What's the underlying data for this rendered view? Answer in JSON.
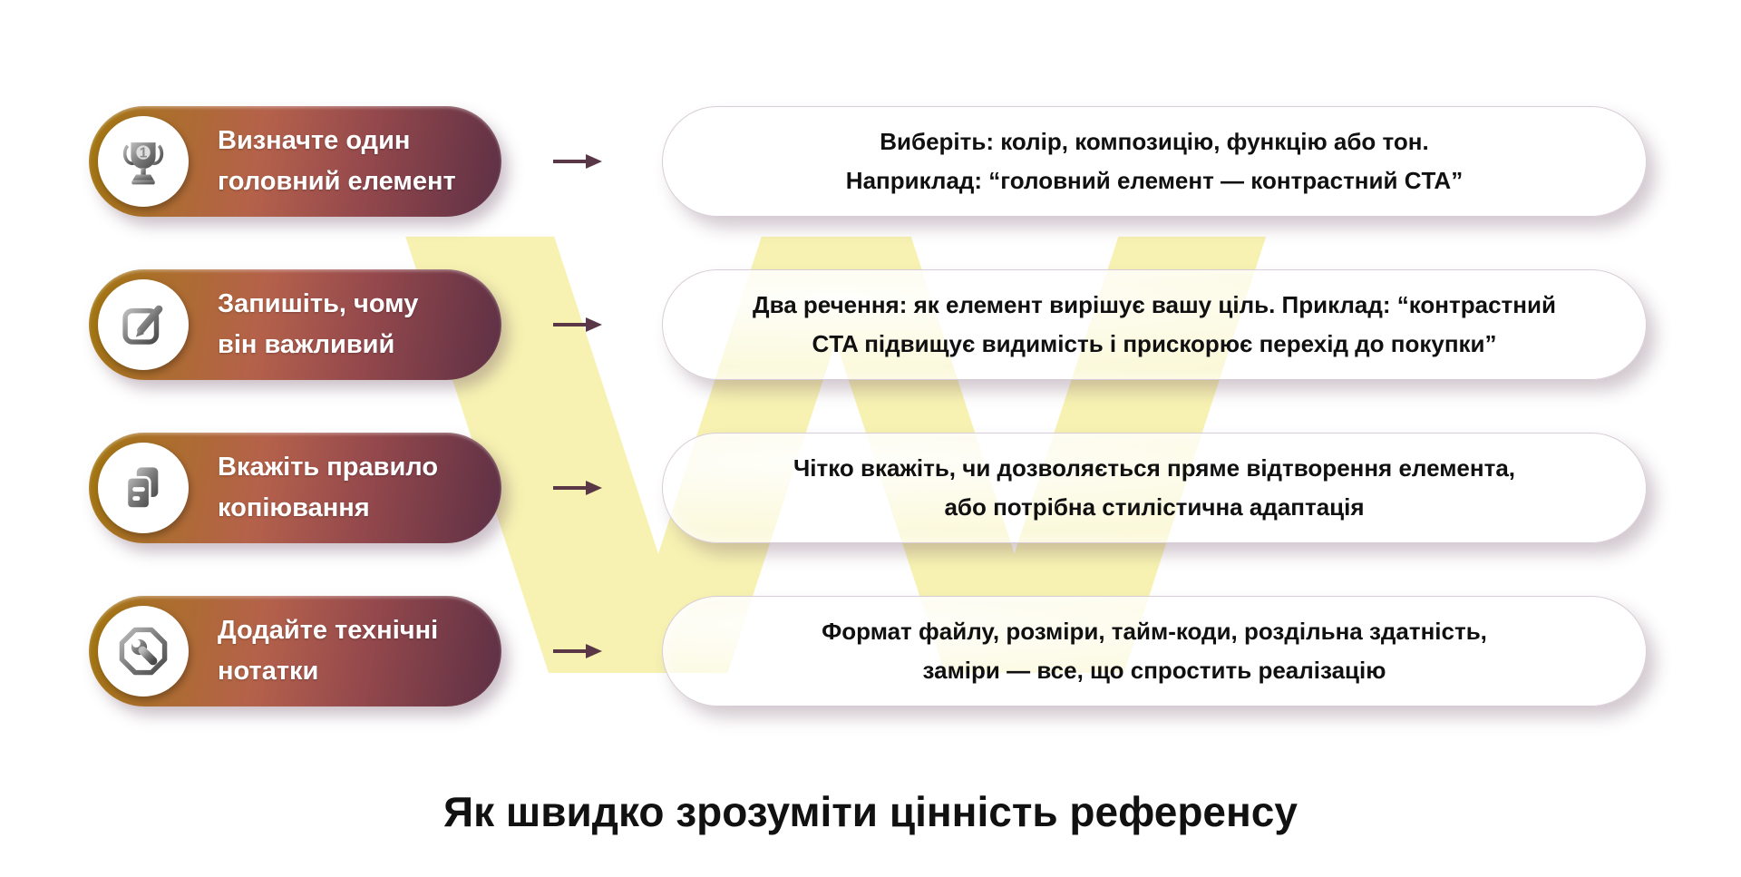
{
  "title": "Як швидко зрозуміти цінність референсу",
  "watermark": {
    "glyph": "W",
    "color": "#f7f2b2"
  },
  "colors": {
    "badge_gradient_left_gold": "#a1760e",
    "badge_gradient_mid_copper": "#b4614b",
    "badge_gradient_right_plum": "#5d3045",
    "arrow": "#5a3747",
    "pill_border": "#d8cdd6",
    "text_dark": "#101010"
  },
  "steps": [
    {
      "icon": "trophy-number-one-icon",
      "label_lines": [
        "Визначте один",
        "головний елемент"
      ],
      "desc_lines": [
        "Виберіть: колір, композицію, функцію або тон.",
        "Наприклад: “головний елемент — контрастний CTA”"
      ]
    },
    {
      "icon": "edit-pencil-icon",
      "label_lines": [
        "Запишіть, чому",
        "він важливий"
      ],
      "desc_lines": [
        "Два речення: як елемент вирішує вашу ціль. Приклад: “контрастний",
        "CTA підвищує видимість і прискорює перехід до покупки”"
      ]
    },
    {
      "icon": "copy-documents-icon",
      "label_lines": [
        "Вкажіть правило",
        "копіювання"
      ],
      "desc_lines": [
        "Чітко вкажіть, чи дозволяється пряме відтворення елемента,",
        "або потрібна стилістична адаптація"
      ]
    },
    {
      "icon": "wrench-octagon-icon",
      "label_lines": [
        "Додайте технічні",
        "нотатки"
      ],
      "desc_lines": [
        "Формат файлу, розміри, тайм-коди, роздільна здатність,",
        "заміри — все, що спростить реалізацію"
      ]
    }
  ]
}
